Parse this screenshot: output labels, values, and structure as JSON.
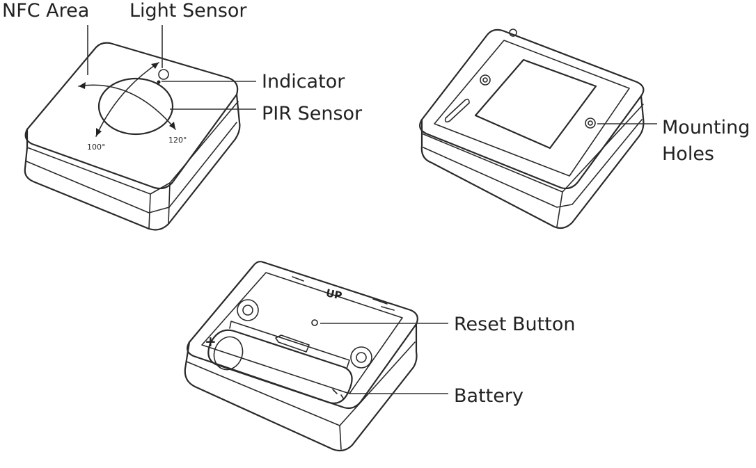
{
  "labels": {
    "nfc_area": "NFC Area",
    "light_sensor": "Light Sensor",
    "indicator": "Indicator",
    "pir_sensor": "PIR Sensor",
    "angle_left": "100°",
    "angle_right": "120°",
    "mounting_holes_line1": "Mounting",
    "mounting_holes_line2": "Holes",
    "up_mark": "UP",
    "plus_mark": "+",
    "reset_button": "Reset Button",
    "battery": "Battery"
  }
}
